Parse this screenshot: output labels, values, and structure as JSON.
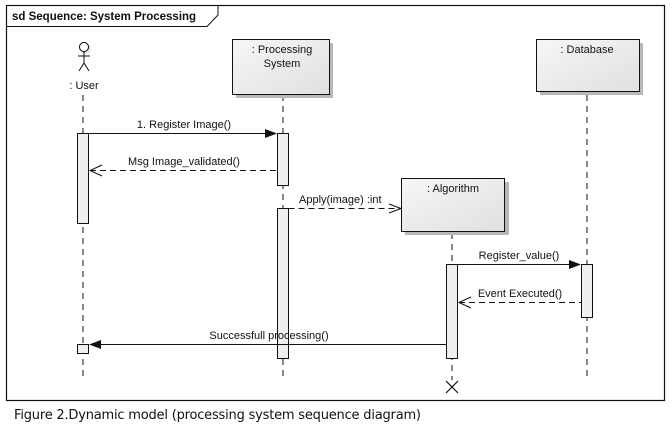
{
  "frame": {
    "title": "sd Sequence: System Processing"
  },
  "lifelines": {
    "user": {
      "label": ": User",
      "kind": "actor"
    },
    "processing": {
      "label_line1": ": Processing",
      "label_line2": "System",
      "kind": "object"
    },
    "algorithm": {
      "label": ": Algorithm",
      "kind": "object"
    },
    "database": {
      "label": ": Database",
      "kind": "object"
    }
  },
  "messages": [
    {
      "id": "m1",
      "label": "1. Register Image()",
      "from": "user",
      "to": "processing",
      "type": "synchronous"
    },
    {
      "id": "m2",
      "label": "Msg Image_validated()",
      "from": "processing",
      "to": "user",
      "type": "return"
    },
    {
      "id": "m3",
      "label": "Apply(image) :int",
      "from": "processing",
      "to": "algorithm",
      "type": "create"
    },
    {
      "id": "m4",
      "label": "Register_value()",
      "from": "algorithm",
      "to": "database",
      "type": "synchronous"
    },
    {
      "id": "m5",
      "label": "Event Executed()",
      "from": "database",
      "to": "algorithm",
      "type": "return"
    },
    {
      "id": "m6",
      "label": "Successfull processing()",
      "from": "algorithm",
      "to": "user",
      "type": "synchronous"
    }
  ],
  "destruction": {
    "lifeline": "algorithm"
  },
  "caption": "Figure 2.Dynamic model (processing system sequence diagram)",
  "colors": {
    "line": "#111111",
    "box_fill_top": "#f4f4f4",
    "box_fill_bottom": "#e2e2e2",
    "activation_fill": "#efefef",
    "shadow": "#b8b8b8"
  }
}
